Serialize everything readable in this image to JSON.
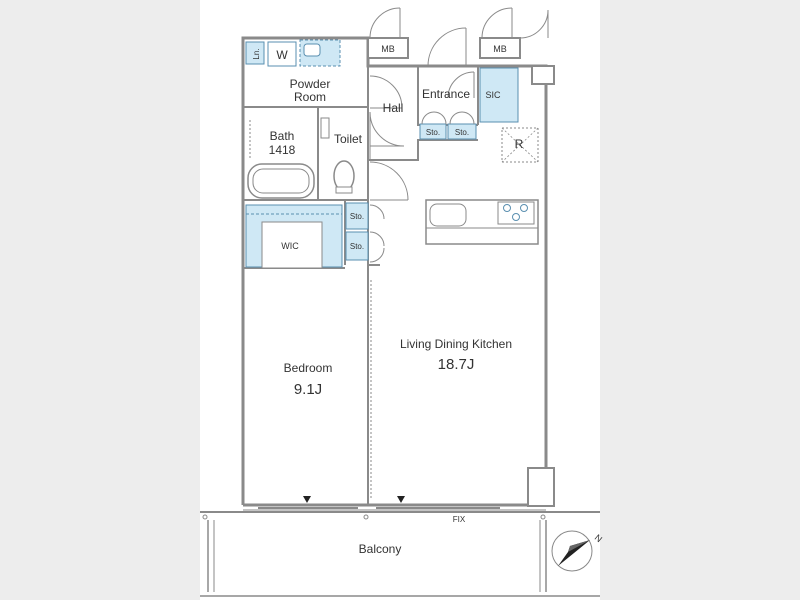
{
  "labels": {
    "ln": "Ln.",
    "w": "W",
    "mb_left": "MB",
    "mb_right": "MB",
    "powder_room_line1": "Powder",
    "powder_room_line2": "Room",
    "hall": "Hall",
    "entrance": "Entrance",
    "sic": "SIC",
    "sto_entrance_1": "Sto.",
    "sto_entrance_2": "Sto.",
    "fridge": "R",
    "bath": "Bath",
    "bath_size": "1418",
    "toilet": "Toilet",
    "sto_hall_1": "Sto.",
    "sto_hall_2": "Sto.",
    "wic": "WIC",
    "ldk": "Living Dining Kitchen",
    "ldk_size": "18.7J",
    "bedroom": "Bedroom",
    "bedroom_size": "9.1J",
    "fix": "FIX",
    "balcony": "Balcony",
    "north": "N"
  },
  "colors": {
    "wall": "#8a8a8a",
    "storage_fill": "#cfe8f5",
    "storage_stroke": "#5a8fb0",
    "side_band": "#ededed"
  }
}
